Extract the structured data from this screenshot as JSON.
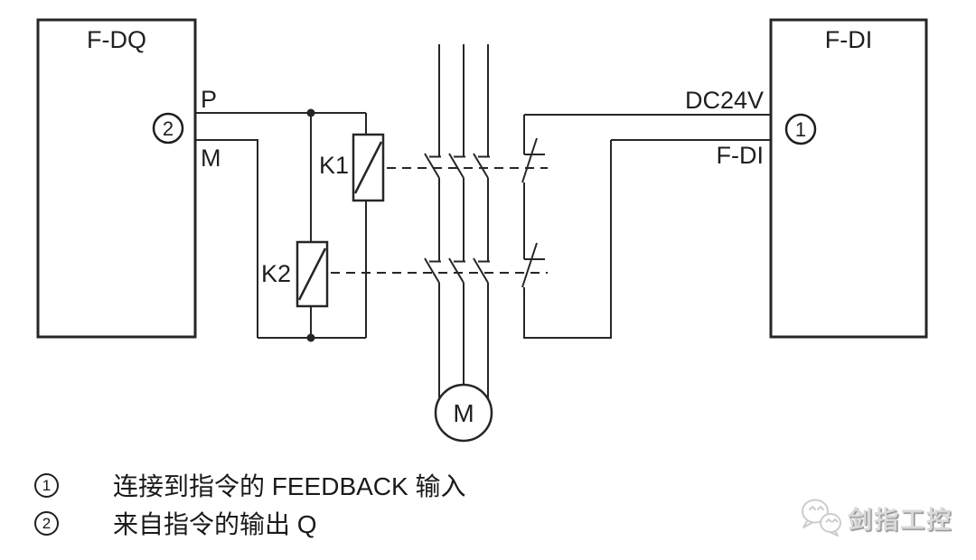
{
  "diagram": {
    "left_module": {
      "title": "F-DQ",
      "terminal_p_label": "P",
      "terminal_m_label": "M",
      "callout_num": "2"
    },
    "right_module": {
      "title": "F-DI",
      "terminal_dc24v_label": "DC24V",
      "terminal_fdi_label": "F-DI",
      "callout_num": "1"
    },
    "contactor_k1_label": "K1",
    "contactor_k2_label": "K2",
    "motor_label": "M"
  },
  "legend": {
    "items": [
      {
        "num": "1",
        "text": "连接到指令的 FEEDBACK 输入"
      },
      {
        "num": "2",
        "text": "来自指令的输出 Q"
      }
    ]
  },
  "watermark": {
    "brand": "剑指工控"
  },
  "colors": {
    "line": "#262626",
    "text": "#1f1f1f",
    "watermark": "#c9c9c9"
  }
}
